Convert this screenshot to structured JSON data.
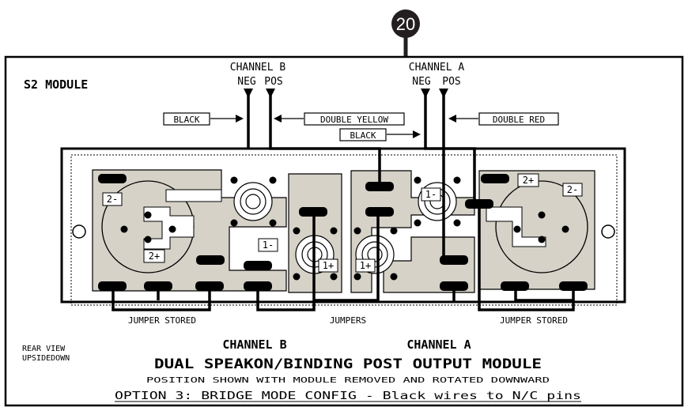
{
  "callout_number": "20",
  "module_label": "S2 MODULE",
  "channel_b": {
    "title": "CHANNEL B",
    "neg": "NEG",
    "pos": "POS"
  },
  "channel_a": {
    "title": "CHANNEL A",
    "neg": "NEG",
    "pos": "POS"
  },
  "wires": {
    "black_b": "BLACK",
    "double_yellow": "DOUBLE YELLOW",
    "black_a": "BLACK",
    "double_red": "DOUBLE RED"
  },
  "connectors": {
    "left_2minus": "2-",
    "left_2plus": "2+",
    "b_1minus": "1-",
    "b_1plus": "1+",
    "a_1plus": "1+",
    "a_1minus": "1-",
    "right_2plus": "2+",
    "right_2minus": "2-"
  },
  "jumpers": {
    "left": "JUMPER STORED",
    "center": "JUMPERS",
    "right": "JUMPER STORED"
  },
  "footer": {
    "rear_view_line1": "REAR VIEW",
    "rear_view_line2": "UPSIDEDOWN",
    "channel_b": "CHANNEL B",
    "channel_a": "CHANNEL A",
    "title": "DUAL SPEAKON/BINDING POST OUTPUT MODULE",
    "subtitle": "POSITION SHOWN WITH MODULE REMOVED AND ROTATED DOWNWARD",
    "option": "OPTION 3: BRIDGE MODE CONFIG - Black wires to N/C pins"
  },
  "colors": {
    "panel": "#d6d2c8",
    "ink": "#000000",
    "badge": "#231f20"
  }
}
